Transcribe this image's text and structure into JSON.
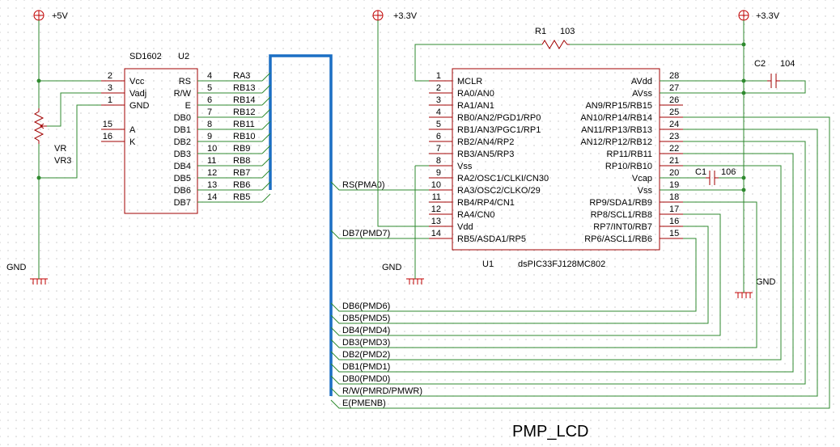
{
  "title": "PMP_LCD",
  "power": {
    "vcc5": "+5V",
    "vcc33_left": "+3.3V",
    "vcc33_right": "+3.3V",
    "gnd_left": "GND",
    "gnd_mcu": "GND",
    "gnd_right": "GND"
  },
  "lcd": {
    "name": "SD1602",
    "ref": "U2",
    "left_pins": [
      {
        "num": "2",
        "name": "Vcc"
      },
      {
        "num": "3",
        "name": "Vadj"
      },
      {
        "num": "1",
        "name": "GND"
      },
      {
        "num": "15",
        "name": "A"
      },
      {
        "num": "16",
        "name": "K"
      }
    ],
    "right_pins": [
      {
        "num": "4",
        "name": "RS",
        "net": "RA3"
      },
      {
        "num": "5",
        "name": "R/W",
        "net": "RB13"
      },
      {
        "num": "6",
        "name": "E",
        "net": "RB14"
      },
      {
        "num": "7",
        "name": "DB0",
        "net": "RB12"
      },
      {
        "num": "8",
        "name": "DB1",
        "net": "RB11"
      },
      {
        "num": "9",
        "name": "DB2",
        "net": "RB10"
      },
      {
        "num": "10",
        "name": "DB3",
        "net": "RB9"
      },
      {
        "num": "11",
        "name": "DB4",
        "net": "RB8"
      },
      {
        "num": "12",
        "name": "DB5",
        "net": "RB7"
      },
      {
        "num": "13",
        "name": "DB6",
        "net": "RB6"
      },
      {
        "num": "14",
        "name": "DB7",
        "net": "RB5"
      }
    ]
  },
  "vr": {
    "name": "VR",
    "ref": "VR3"
  },
  "r1": {
    "ref": "R1",
    "value": "103"
  },
  "c1": {
    "ref": "C1",
    "value": "106"
  },
  "c2": {
    "ref": "C2",
    "value": "104"
  },
  "mcu": {
    "ref": "U1",
    "name": "dsPIC33FJ128MC802",
    "left_pins": [
      {
        "num": "1",
        "name": "MCLR"
      },
      {
        "num": "2",
        "name": "RA0/AN0"
      },
      {
        "num": "3",
        "name": "RA1/AN1"
      },
      {
        "num": "4",
        "name": "RB0/AN2/PGD1/RP0"
      },
      {
        "num": "5",
        "name": "RB1/AN3/PGC1/RP1"
      },
      {
        "num": "6",
        "name": "RB2/AN4/RP2"
      },
      {
        "num": "7",
        "name": "RB3/AN5/RP3"
      },
      {
        "num": "8",
        "name": "Vss"
      },
      {
        "num": "9",
        "name": "RA2/OSC1/CLKI/CN30"
      },
      {
        "num": "10",
        "name": "RA3/OSC2/CLKO/29"
      },
      {
        "num": "11",
        "name": "RB4/RP4/CN1"
      },
      {
        "num": "12",
        "name": "RA4/CN0"
      },
      {
        "num": "13",
        "name": "Vdd"
      },
      {
        "num": "14",
        "name": "RB5/ASDA1/RP5"
      }
    ],
    "right_pins": [
      {
        "num": "28",
        "name": "AVdd"
      },
      {
        "num": "27",
        "name": "AVss"
      },
      {
        "num": "26",
        "name": "AN9/RP15/RB15"
      },
      {
        "num": "25",
        "name": "AN10/RP14/RB14"
      },
      {
        "num": "24",
        "name": "AN11/RP13/RB13"
      },
      {
        "num": "23",
        "name": "AN12/RP12/RB12"
      },
      {
        "num": "22",
        "name": "RP11/RB11"
      },
      {
        "num": "21",
        "name": "RP10/RB10"
      },
      {
        "num": "20",
        "name": "Vcap"
      },
      {
        "num": "19",
        "name": "Vss"
      },
      {
        "num": "18",
        "name": "RP9/SDA1/RB9"
      },
      {
        "num": "17",
        "name": "RP8/SCL1/RB8"
      },
      {
        "num": "16",
        "name": "RP7/INT0/RB7"
      },
      {
        "num": "15",
        "name": "RP6/ASCL1/RB6"
      }
    ]
  },
  "bus_labels": {
    "rs": "RS(PMA0)",
    "db7": "DB7(PMD7)",
    "db6": "DB6(PMD6)",
    "db5": "DB5(PMD5)",
    "db4": "DB4(PMD4)",
    "db3": "DB3(PMD3)",
    "db2": "DB2(PMD2)",
    "db1": "DB1(PMD1)",
    "db0": "DB0(PMD0)",
    "rw": "R/W(PMRD/PMWR)",
    "e": "E(PMENB)"
  }
}
